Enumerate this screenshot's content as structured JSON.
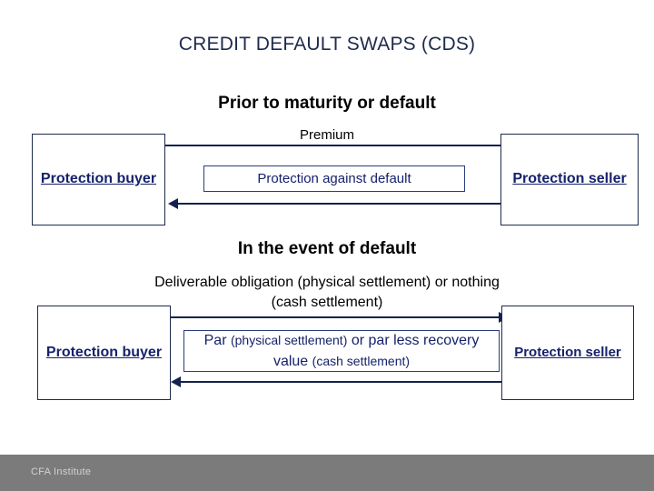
{
  "slide": {
    "title": "CREDIT DEFAULT SWAPS (CDS)",
    "background_color": "#ffffff",
    "accent_color": "#16226b",
    "line_color": "#14204f"
  },
  "section_prior": {
    "heading": "Prior to maturity or default",
    "caption": "Premium",
    "left_party": "Protection buyer",
    "right_party": "Protection seller",
    "flow_label": "Protection against default",
    "arrow_premium_direction": "right",
    "arrow_protection_direction": "left"
  },
  "section_default": {
    "heading": "In the event of default",
    "caption": "Deliverable obligation (physical settlement) or nothing (cash settlement)",
    "left_party": "Protection buyer",
    "right_party": "Protection seller",
    "flow_label_part1": "Par",
    "flow_label_part2": "(physical settlement)",
    "flow_label_part3": "or",
    "flow_label_part4": "par less",
    "flow_label_part5": "recovery value",
    "flow_label_part6": "(cash settlement)",
    "arrow_obligation_direction": "right",
    "arrow_payment_direction": "left"
  },
  "footer": {
    "logo_text": "CFA Institute",
    "band_color": "#7b7b7b"
  }
}
